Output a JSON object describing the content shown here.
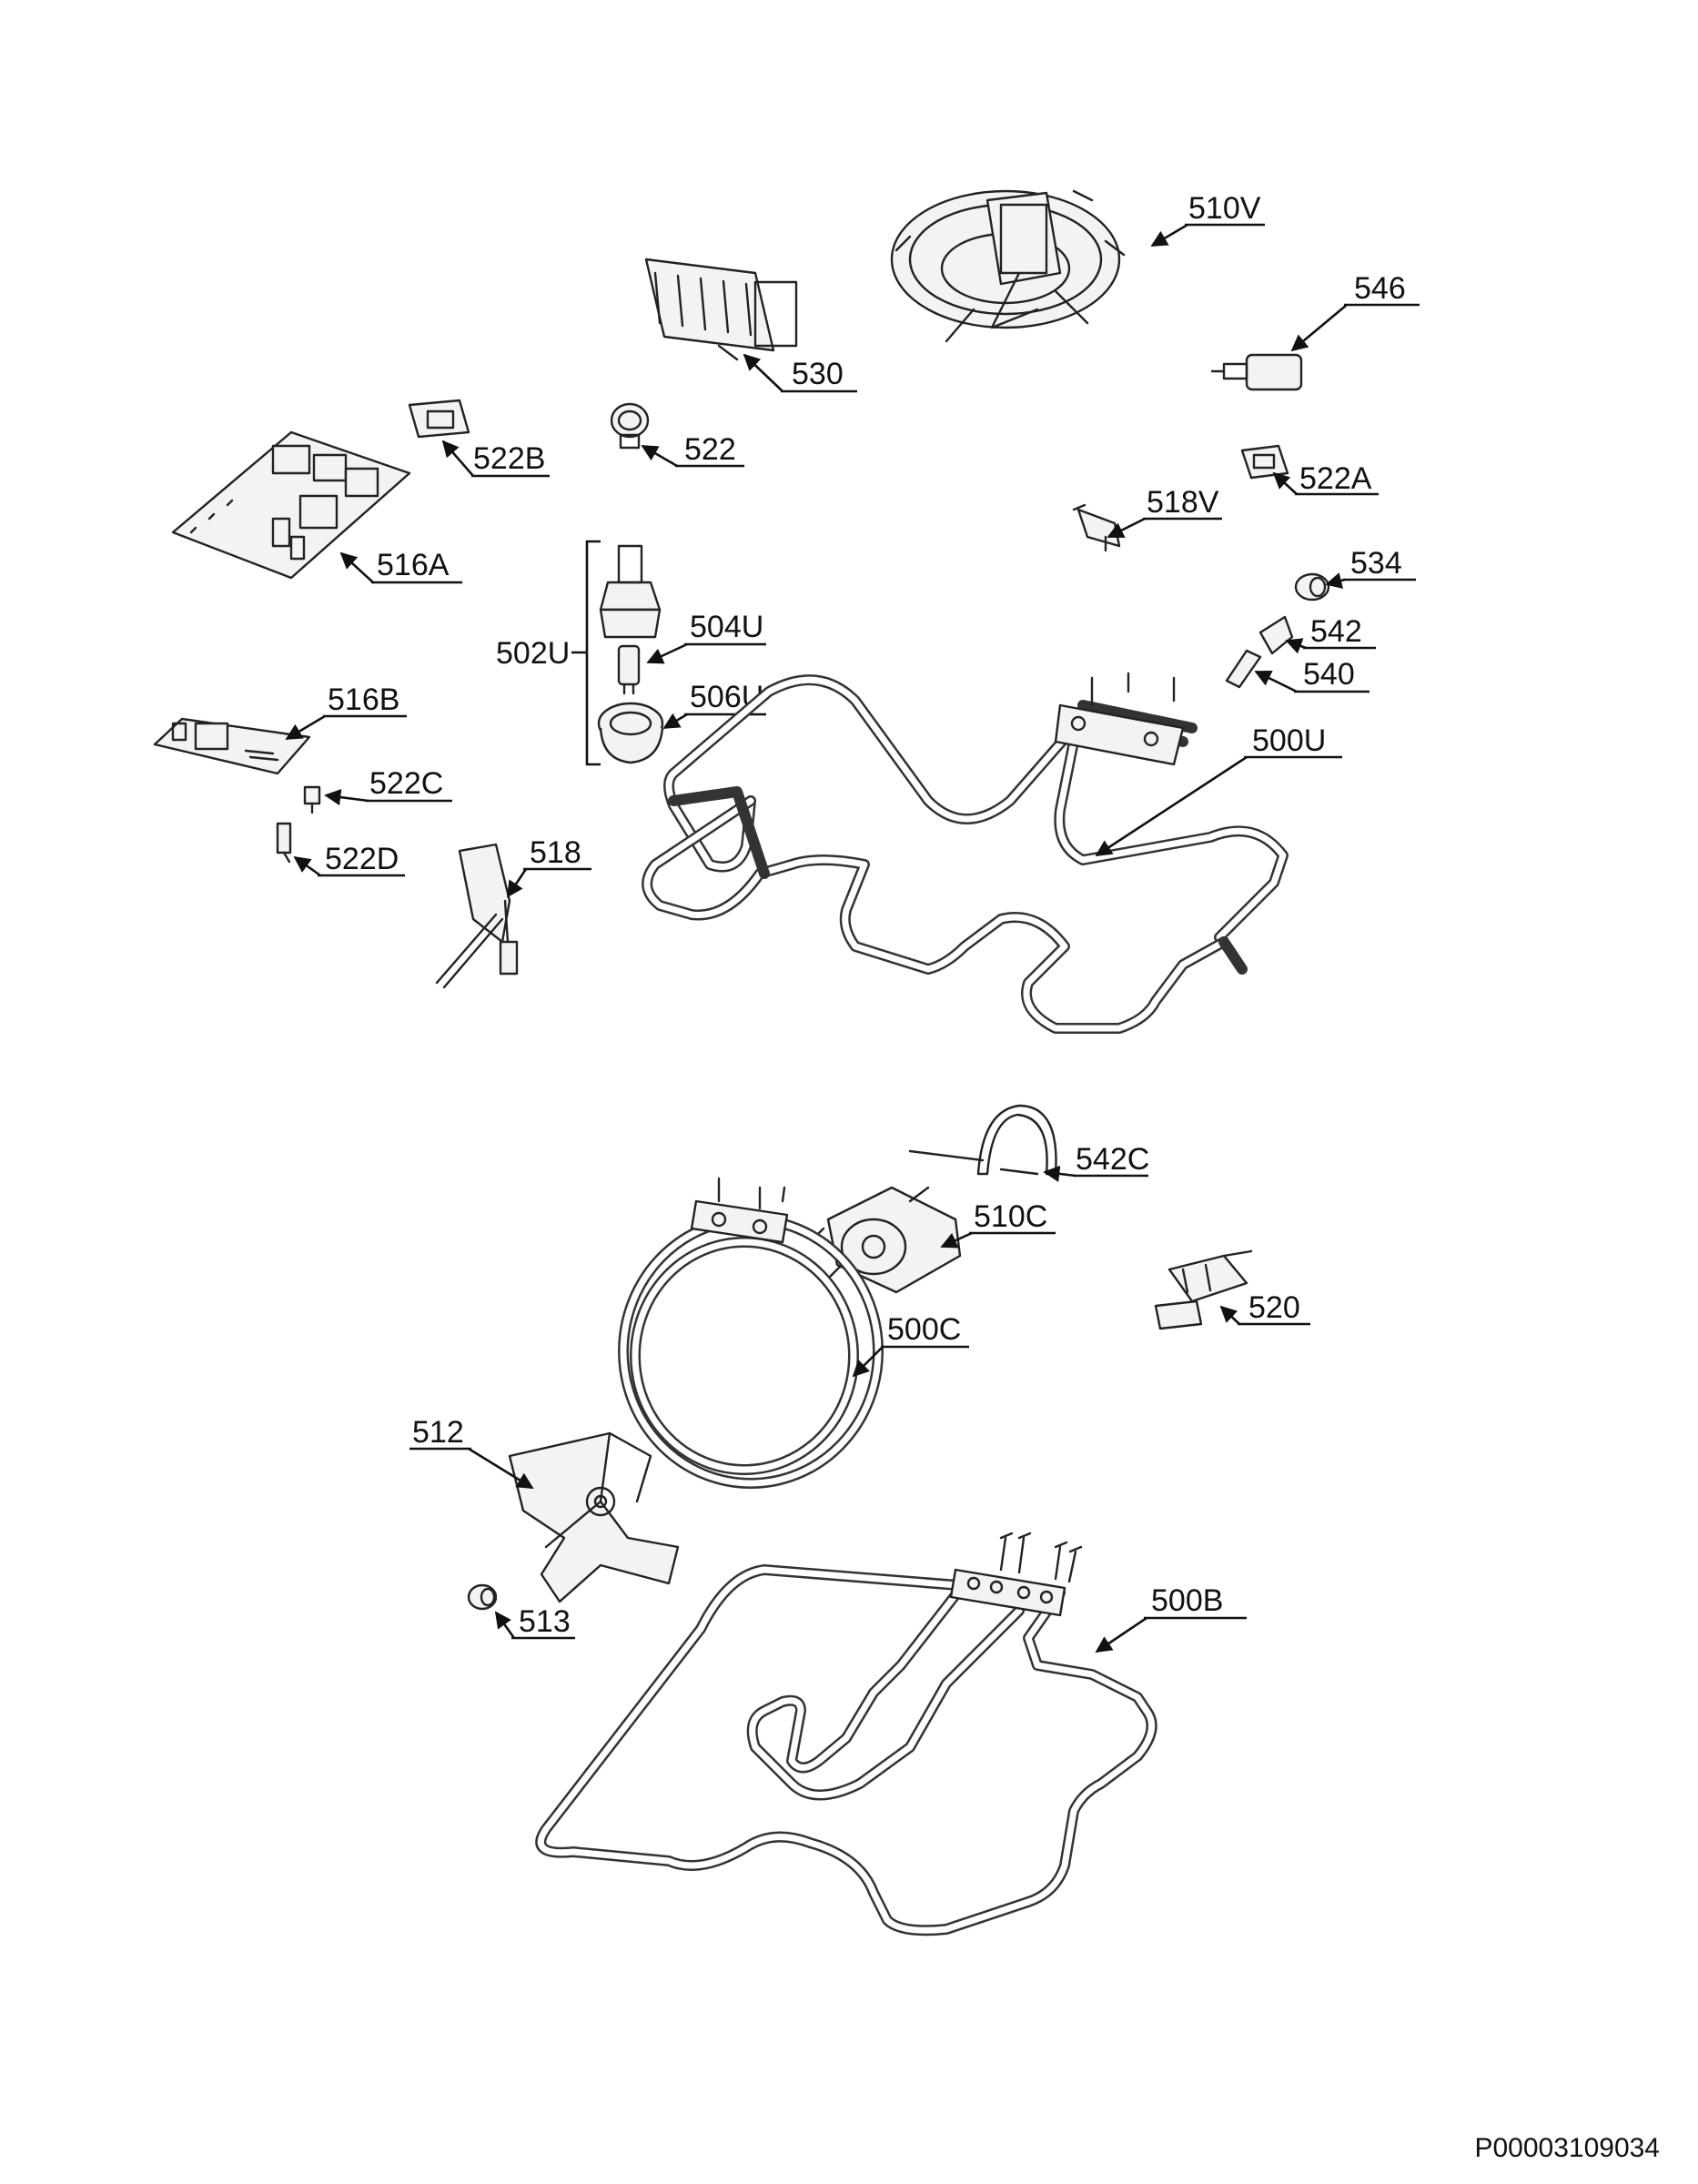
{
  "labels": {
    "l510V": "510V",
    "l546": "546",
    "l530": "530",
    "l522": "522",
    "l522B": "522B",
    "l522A": "522A",
    "l518V": "518V",
    "l516A": "516A",
    "l534": "534",
    "l542": "542",
    "l540": "540",
    "l502U": "502U",
    "l504U": "504U",
    "l506U": "506U",
    "l516B": "516B",
    "l500U": "500U",
    "l522C": "522C",
    "l522D": "522D",
    "l518": "518",
    "l542C": "542C",
    "l510C": "510C",
    "l520": "520",
    "l500C": "500C",
    "l512": "512",
    "l513": "513",
    "l500B": "500B"
  },
  "doc_id": "P00003109034"
}
